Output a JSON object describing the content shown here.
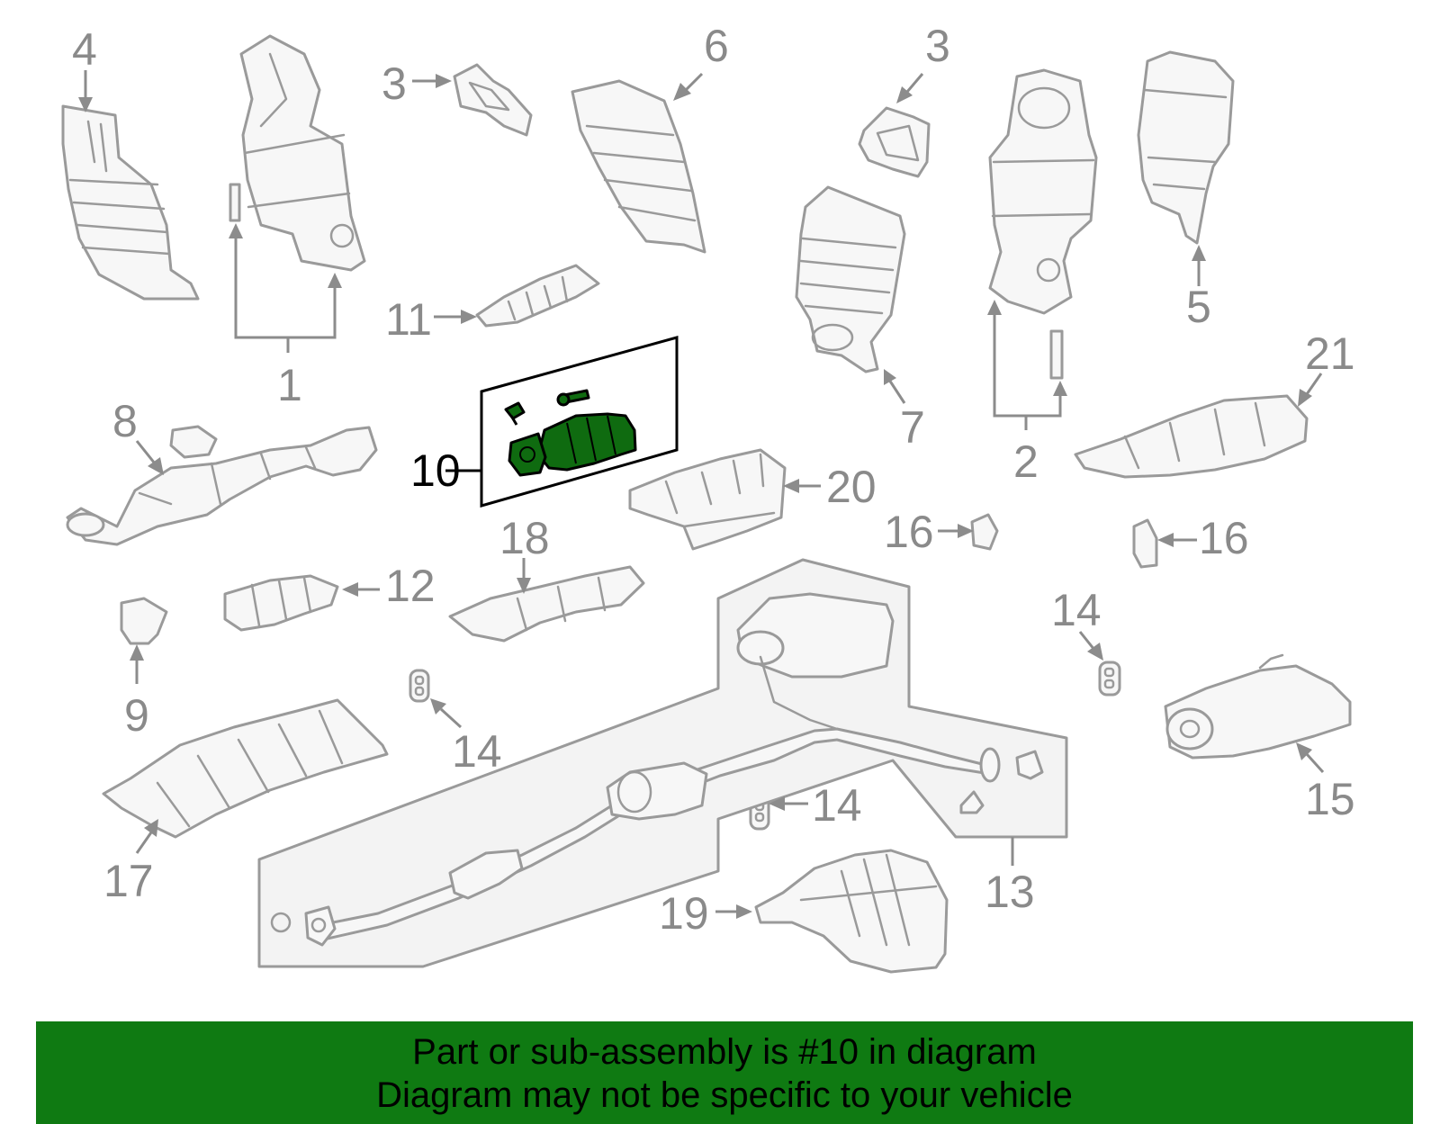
{
  "colors": {
    "banner_background": "#0f7a12",
    "highlight_part": "#0f6b10",
    "part_outline": "#9a9a9a",
    "label_gray": "#8a8a8a"
  },
  "diagram": {
    "highlighted_part": "10",
    "labels": {
      "l1": "1",
      "l2": "2",
      "l3a": "3",
      "l3b": "3",
      "l4": "4",
      "l5": "5",
      "l6": "6",
      "l7": "7",
      "l8": "8",
      "l9": "9",
      "l10": "10",
      "l11": "11",
      "l12": "12",
      "l13": "13",
      "l14a": "14",
      "l14b": "14",
      "l14c": "14",
      "l15": "15",
      "l16a": "16",
      "l16b": "16",
      "l17": "17",
      "l18": "18",
      "l19": "19",
      "l20": "20",
      "l21": "21"
    }
  },
  "banner": {
    "line1": "Part or sub-assembly is #10 in diagram",
    "line2": "Diagram may not be specific to your vehicle"
  }
}
